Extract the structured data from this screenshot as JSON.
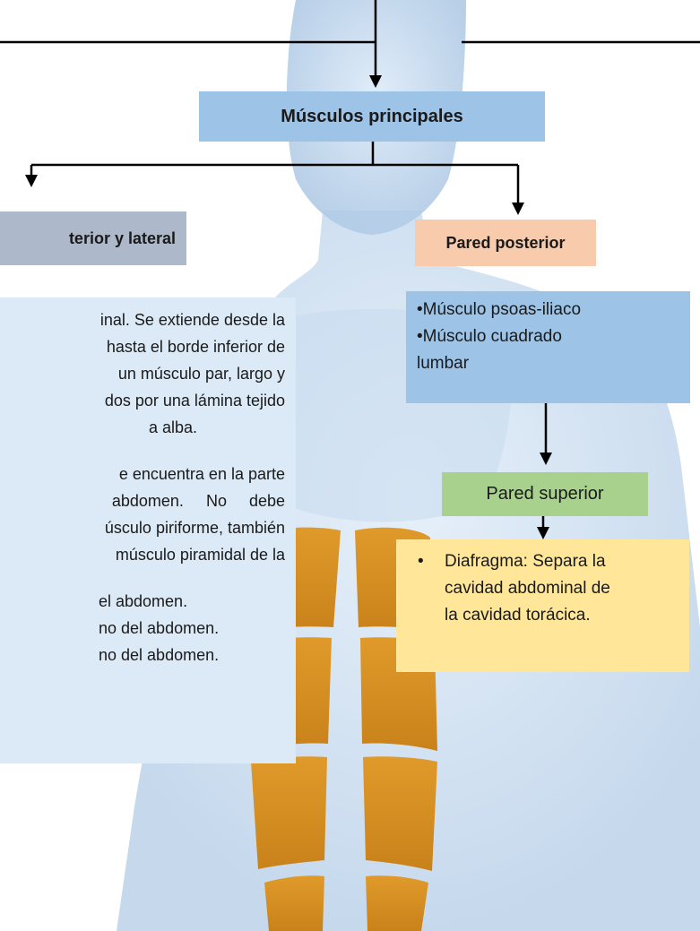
{
  "main_title": "Músculos principales",
  "anterior_lateral": {
    "title": "terior y lateral",
    "lines": [
      "inal. Se extiende desde la",
      "hasta el borde inferior de",
      "un músculo par, largo y",
      "dos por una lámina tejido",
      "a alba.",
      "",
      "e encuentra en la parte",
      "abdomen.     No     debe",
      "úsculo piriforme, también",
      "músculo piramidal de la",
      "",
      "el abdomen.",
      "no del abdomen.",
      "no del abdomen."
    ]
  },
  "pared_posterior": {
    "title": "Pared posterior",
    "items": [
      "•Músculo psoas-iliaco",
      "•Músculo cuadrado",
      "lumbar"
    ]
  },
  "pared_superior": {
    "title": "Pared superior",
    "bullet": "•",
    "items": [
      "Diafragma: Separa la",
      "cavidad abdominal de",
      "la cavidad torácica."
    ]
  },
  "colors": {
    "main_box": "#9dc3e6",
    "anterior_header": "#adb9ca",
    "anterior_list": "#dce9f6",
    "posterior_header": "#f8cbad",
    "posterior_list": "#9dc3e6",
    "superior_header": "#a9d18e",
    "superior_list": "#ffe699",
    "figure_body": "#b9d3ec",
    "figure_muscle": "#d6901e"
  }
}
